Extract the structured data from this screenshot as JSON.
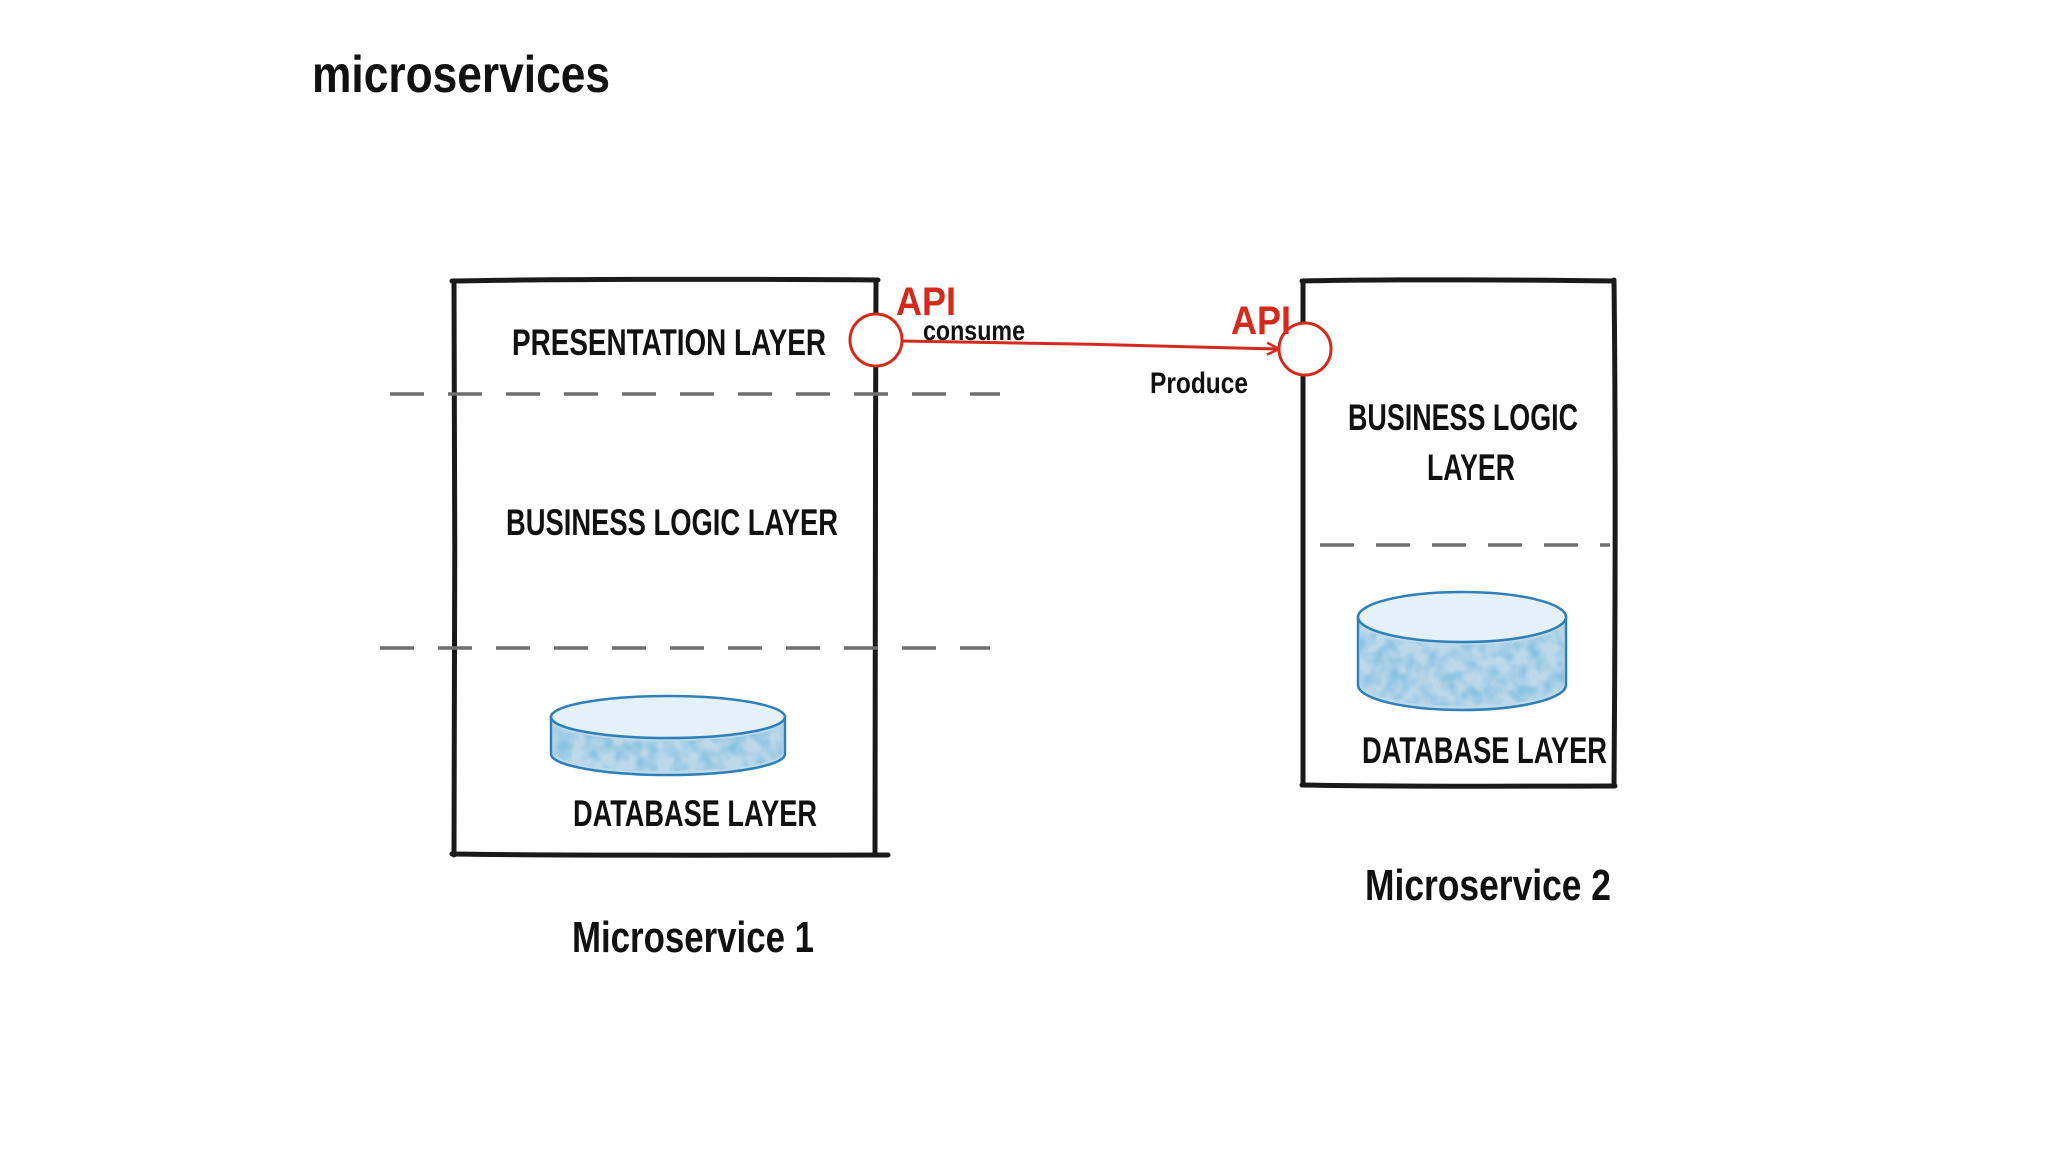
{
  "title": "microservices",
  "microservice1": {
    "label": "Microservice 1",
    "layers": {
      "presentation": "PRESENTATION LAYER",
      "business": "BUSINESS LOGIC LAYER",
      "database": "DATABASE LAYER"
    },
    "api_label": "API",
    "api_action": "consume"
  },
  "microservice2": {
    "label": "Microservice 2",
    "layers": {
      "business_line1": "BUSINESS LOGIC",
      "business_line2": "LAYER",
      "database": "DATABASE LAYER"
    },
    "api_label": "API",
    "api_action": "Produce"
  },
  "colors": {
    "ink": "#1a1a1a",
    "api": "#d42a1c",
    "dash": "#6e6e6e",
    "db_fill": "#7fb3d6",
    "db_rim": "#2f7fb8"
  }
}
